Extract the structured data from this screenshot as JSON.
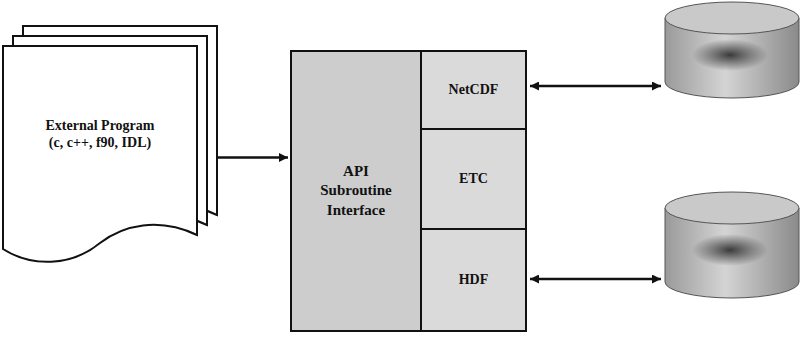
{
  "diagram": {
    "nodes": [
      {
        "text": [
          "External Program",
          "(c, c++, f90, IDL)"
        ]
      },
      {
        "text": [
          "API Subroutine Interface"
        ]
      },
      {
        "text": [
          "NetCDF"
        ]
      },
      {
        "text": [
          "ETC"
        ]
      },
      {
        "text": [
          "HDF"
        ]
      }
    ],
    "edges": [
      {
        "from": 0,
        "to": 1,
        "arrow": "both"
      }
    ]
  }
}
